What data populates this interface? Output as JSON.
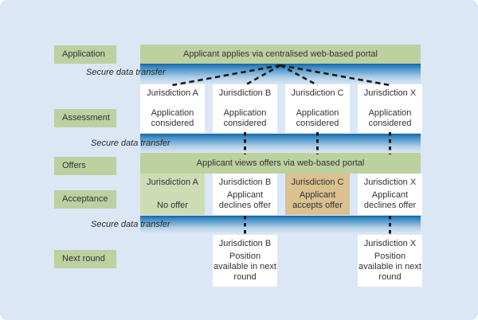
{
  "stages": [
    {
      "label": "Application"
    },
    {
      "label": "Assessment"
    },
    {
      "label": "Offers"
    },
    {
      "label": "Acceptance"
    },
    {
      "label": "Next round"
    }
  ],
  "secure_transfer_label": "Secure data transfer",
  "banners": {
    "application": "Applicant applies via centralised web-based portal",
    "offers": "Applicant views offers via web-based portal"
  },
  "assessment_boxes": [
    {
      "title": "Jurisdiction A",
      "body": "Application considered"
    },
    {
      "title": "Jurisdiction B",
      "body": "Application considered"
    },
    {
      "title": "Jurisdiction C",
      "body": "Application considered"
    },
    {
      "title": "Jurisdiction X",
      "body": "Application considered"
    }
  ],
  "acceptance_boxes": [
    {
      "title": "Jurisdiction A",
      "body": "No offer",
      "variant": "green"
    },
    {
      "title": "Jurisdiction B",
      "body": "Applicant declines offer",
      "variant": "white"
    },
    {
      "title": "Jurisdiction C",
      "body": "Applicant accepts offer",
      "variant": "tan"
    },
    {
      "title": "Jurisdiction X",
      "body": "Applicant declines offer",
      "variant": "white"
    }
  ],
  "next_round_boxes": [
    {
      "title": "Jurisdiction B",
      "body": "Position available in next round"
    },
    {
      "title": "Jurisdiction X",
      "body": "Position available in next round"
    }
  ],
  "colors": {
    "background": "#dbe7f4",
    "stage_green": "#bdd0a0",
    "no_offer_green": "#cddcb5",
    "accept_tan": "#d9c190",
    "band_blue_top": "#15639f",
    "dash_black": "#1a1a1a",
    "text": "#333333",
    "box_white": "#ffffff"
  }
}
